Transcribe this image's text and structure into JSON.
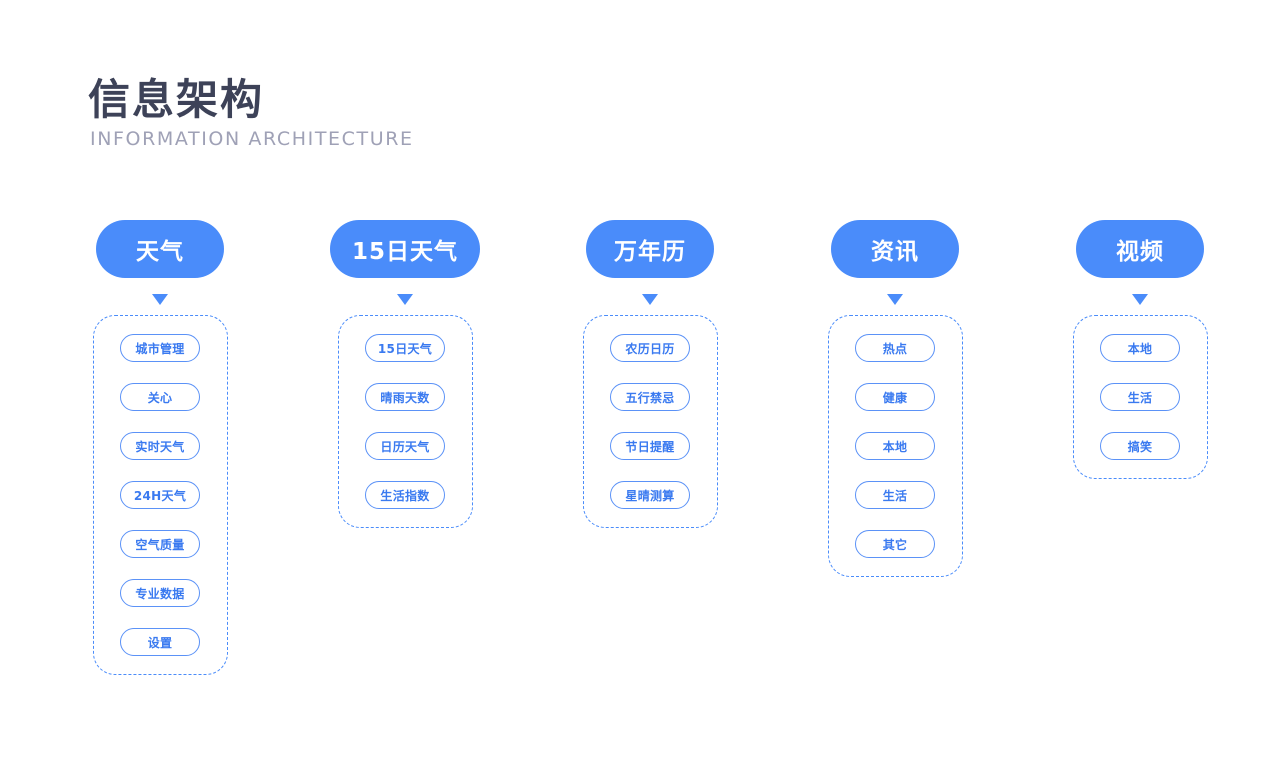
{
  "page": {
    "background": "#ffffff",
    "accent_color": "#4a8cfa",
    "pill_border_color": "#5b92f7",
    "pill_text_color": "#3a7af0",
    "title_color": "#3d4258",
    "subtitle_color": "#9fa1b6"
  },
  "header": {
    "title": "信息架构",
    "subtitle": "INFORMATION ARCHITECTURE"
  },
  "columns": [
    {
      "header": "天气",
      "items": [
        "城市管理",
        "关心",
        "实时天气",
        "24H天气",
        "空气质量",
        "专业数据",
        "设置"
      ]
    },
    {
      "header": "15日天气",
      "items": [
        "15日天气",
        "晴雨天数",
        "日历天气",
        "生活指数"
      ]
    },
    {
      "header": "万年历",
      "items": [
        "农历日历",
        "五行禁忌",
        "节日提醒",
        "星晴测算"
      ]
    },
    {
      "header": "资讯",
      "items": [
        "热点",
        "健康",
        "本地",
        "生活",
        "其它"
      ]
    },
    {
      "header": "视频",
      "items": [
        "本地",
        "生活",
        "搞笑"
      ]
    }
  ]
}
